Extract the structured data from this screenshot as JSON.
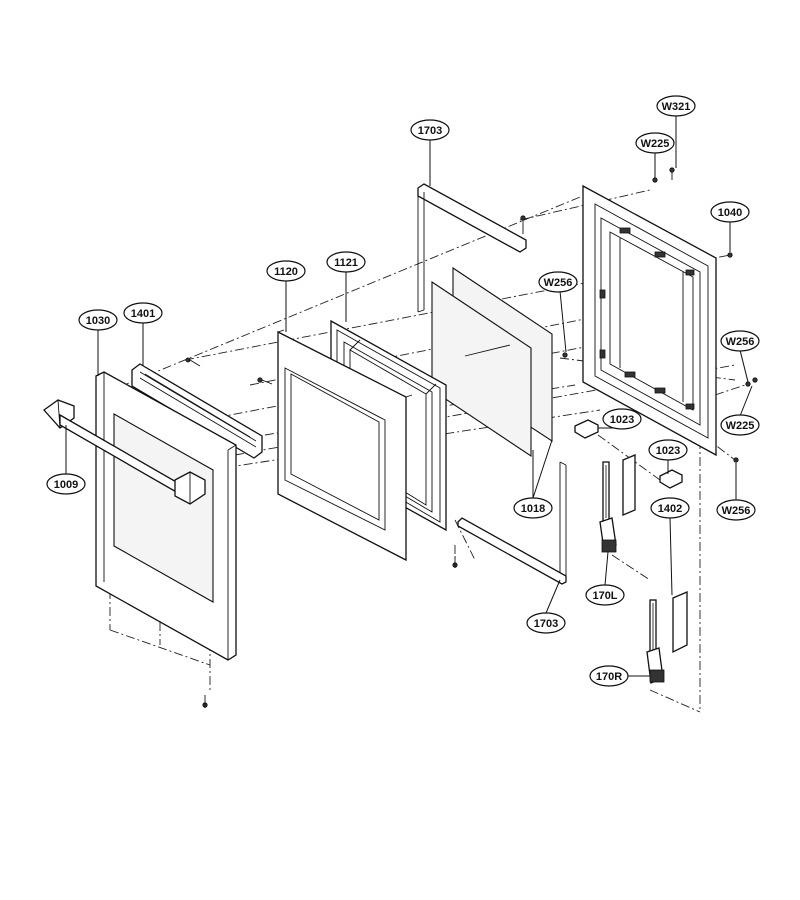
{
  "callouts": {
    "p1703_top": "1703",
    "pW321": "W321",
    "pW225_top": "W225",
    "p1040": "1040",
    "p1121": "1121",
    "p1120": "1120",
    "pW256_upper": "W256",
    "p1030": "1030",
    "p1401": "1401",
    "pW256_right": "W256",
    "pW225_right": "W225",
    "p1023_a": "1023",
    "p1023_b": "1023",
    "p1009": "1009",
    "p1402": "1402",
    "p1018": "1018",
    "pW256_low": "W256",
    "p170L": "170L",
    "p1703_bottom": "1703",
    "p170R": "170R"
  }
}
